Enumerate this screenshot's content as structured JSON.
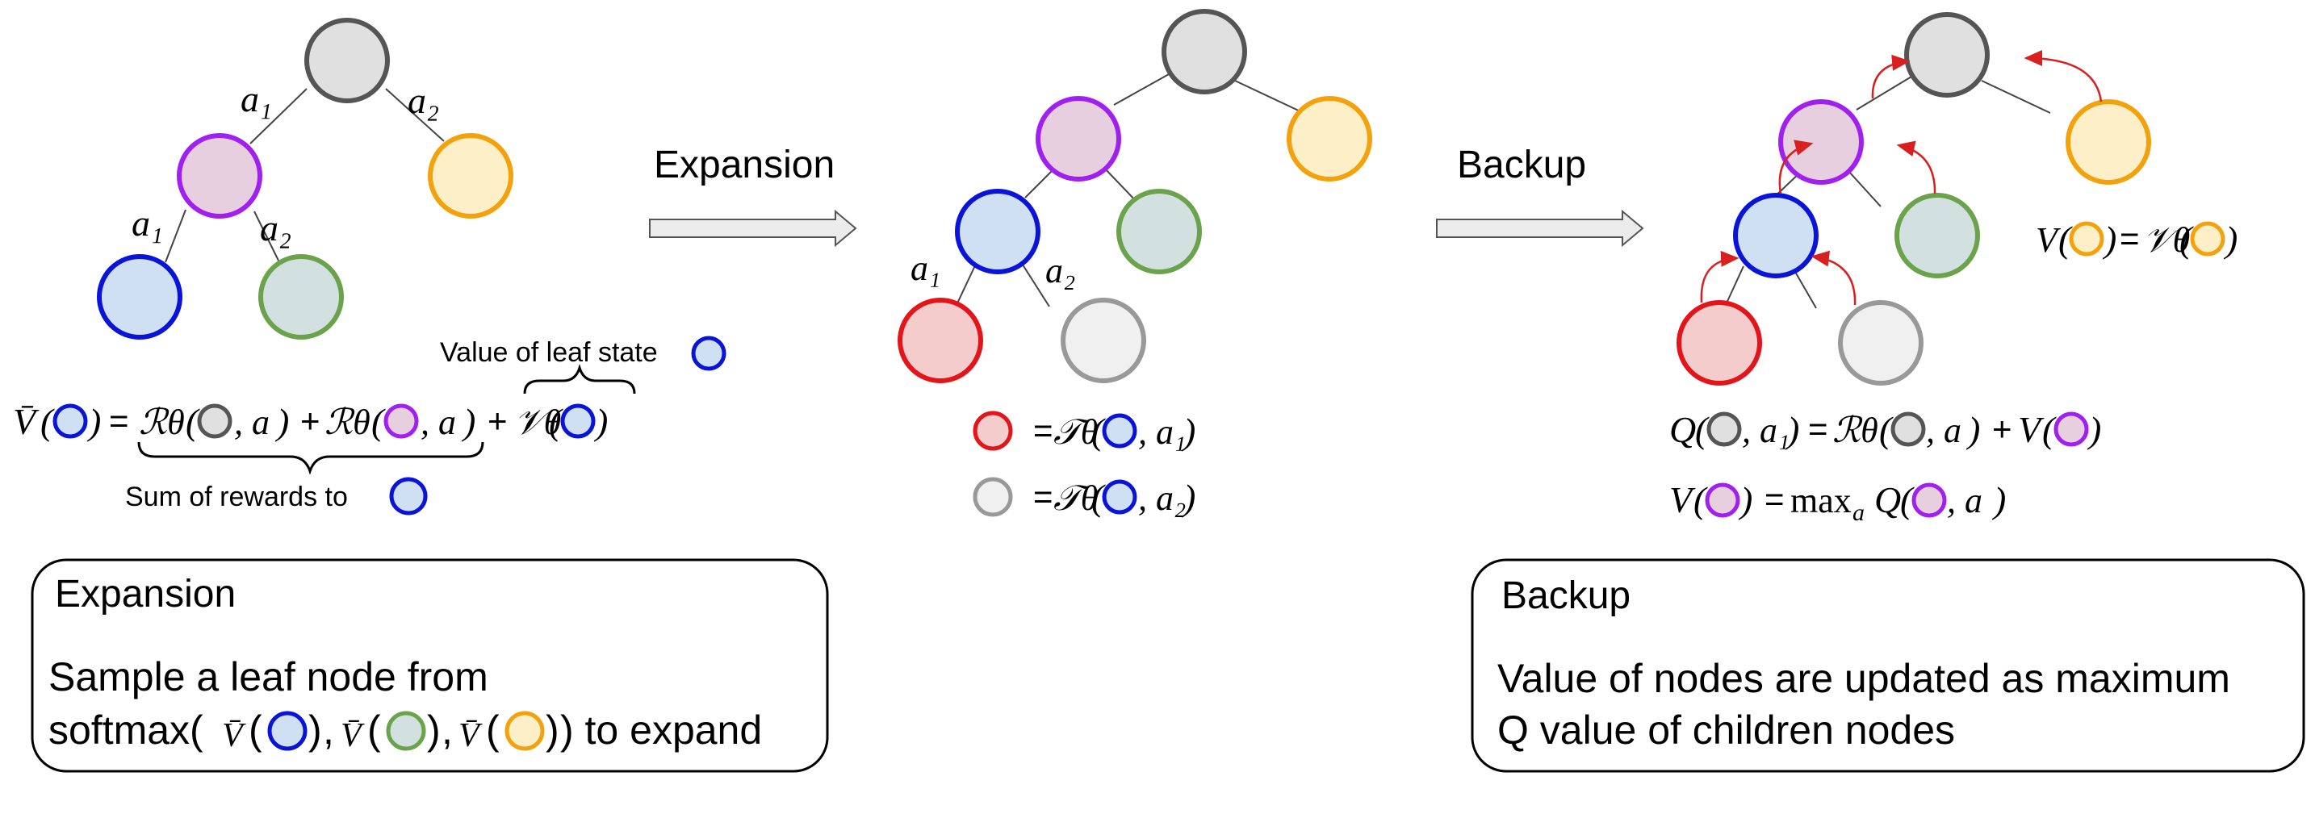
{
  "colors": {
    "root": "#e0e0e0",
    "root_stroke": "#555555",
    "purple": "#a020f0",
    "purple_fill": "#e8cfe0",
    "orange": "#f3a10c",
    "orange_fill": "#fdf0c8",
    "blue": "#0a14d8",
    "blue_fill": "#cfe0f2",
    "green": "#6ba34c",
    "green_fill": "#d2e0e0",
    "red": "#e3141a",
    "red_fill": "#f4cccc",
    "gray": "#999999",
    "gray_fill": "#f0f0f0",
    "arrow_red": "#d82020"
  },
  "panel1": {
    "edge_labels": [
      "a₁",
      "a₂",
      "a₁",
      "a₂"
    ],
    "annotation_top": "Value of leaf state",
    "annotation_bottom": "Sum of rewards to",
    "formula": {
      "lhs": "V̄",
      "open": "(",
      "close": ")",
      "eq": "=",
      "term1": "ℛθ",
      "term1_arg": ", a",
      "plus": "+",
      "term2": "ℛθ",
      "term2_arg": ", a",
      "term3": "𝒱θ"
    }
  },
  "arrow1_label": "Expansion",
  "arrow2_label": "Backup",
  "panel2": {
    "edge_labels": [
      "a₁",
      "a₂"
    ],
    "legend": [
      {
        "eq": "=",
        "op": "𝒯θ",
        "arg": ", a₁",
        "open": "(",
        "close": ")"
      },
      {
        "eq": "=",
        "op": "𝒯θ",
        "arg": ", a₂",
        "open": "(",
        "close": ")"
      }
    ]
  },
  "panel3": {
    "side_formula": {
      "lhs": "V",
      "eq": "=",
      "rhs": "𝒱θ",
      "open": "(",
      "close": ")"
    },
    "q_formula": {
      "lhs": "Q",
      "arg": ", a₁",
      "eq": "=",
      "r": "ℛθ",
      "r_arg": ", a",
      "plus": "+",
      "v": "V",
      "open": "(",
      "close": ")"
    },
    "v_formula": {
      "lhs": "V",
      "eq": "=",
      "max": "max",
      "sub": "a",
      "q": "Q",
      "arg": ", a",
      "open": "(",
      "close": ")"
    }
  },
  "box1": {
    "title": "Expansion",
    "line1": "Sample a leaf node from",
    "line2_prefix": "softmax(",
    "vbar": "V̄",
    "open": "(",
    "close": ")",
    "comma": ",",
    "line2_suffix": ") to expand"
  },
  "box2": {
    "title": "Backup",
    "line1": "Value of nodes are updated as maximum",
    "line2": "Q value of children nodes"
  }
}
